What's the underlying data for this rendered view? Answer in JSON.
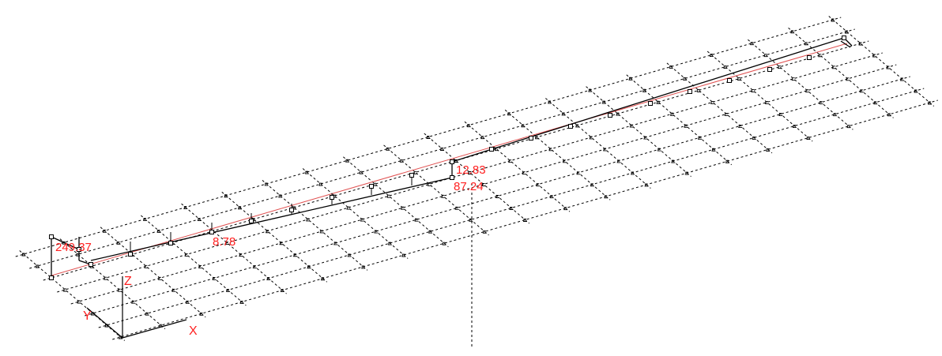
{
  "colors": {
    "background": "#ffffff",
    "grid_line": "#000000",
    "main_member": "#000000",
    "reference_line": "#e05050",
    "annotation_text": "#ff2020",
    "axis_label": "#ff2020"
  },
  "annotations": {
    "a1": "249.37",
    "a2": "8.78",
    "a3": "12.83",
    "a4": "87.24"
  },
  "axes": {
    "x": "X",
    "y": "Y",
    "z": "Z"
  },
  "icons": {
    "support": "support-symbol-icon",
    "node": "node-marker-icon"
  }
}
